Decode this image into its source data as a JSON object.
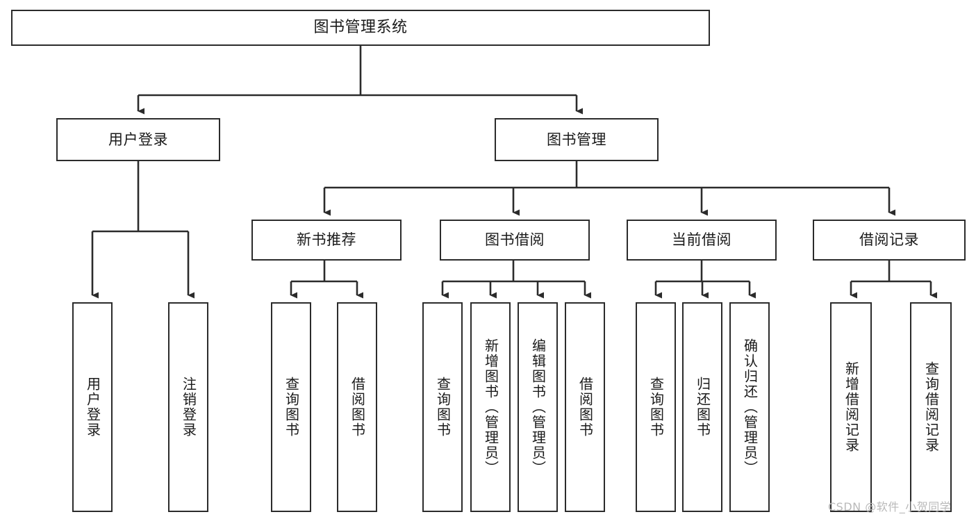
{
  "diagram": {
    "title": "图书管理系统",
    "type": "functional-structure-tree",
    "background_color": "#ffffff",
    "line_color": "#2b2b2b",
    "text_color": "#1a1a1a",
    "levels": {
      "root": [
        "图书管理系统"
      ],
      "level2": [
        "用户登录",
        "图书管理"
      ],
      "level3": [
        "新书推荐",
        "图书借阅",
        "当前借阅",
        "借阅记录"
      ],
      "leaves": [
        "用户登录",
        "注销登录",
        "查询图书",
        "借阅图书",
        "查询图书",
        "新增图书（管理员）",
        "编辑图书（管理员）",
        "借阅图书",
        "查询图书",
        "归还图书",
        "确认归还（管理员）",
        "新增借阅记录",
        "查询借阅记录"
      ]
    },
    "nodes": {
      "root": {
        "label": "图书管理系统"
      },
      "user_login": {
        "label": "用户登录"
      },
      "book_manage": {
        "label": "图书管理"
      },
      "new_book_rec": {
        "label": "新书推荐"
      },
      "book_borrow": {
        "label": "图书借阅"
      },
      "current_borrow": {
        "label": "当前借阅"
      },
      "borrow_record": {
        "label": "借阅记录"
      },
      "leaf_user_login": {
        "label": "用户登录"
      },
      "leaf_logout": {
        "label": "注销登录"
      },
      "leaf_query_book_a": {
        "label": "查询图书"
      },
      "leaf_borrow_book_a": {
        "label": "借阅图书"
      },
      "leaf_query_book_b": {
        "label": "查询图书"
      },
      "leaf_add_book": {
        "label": "新增图书（管理员）"
      },
      "leaf_edit_book": {
        "label": "编辑图书（管理员）"
      },
      "leaf_borrow_book_b": {
        "label": "借阅图书"
      },
      "leaf_query_book_c": {
        "label": "查询图书"
      },
      "leaf_return_book": {
        "label": "归还图书"
      },
      "leaf_confirm_return": {
        "label": "确认归还（管理员）"
      },
      "leaf_add_record": {
        "label": "新增借阅记录"
      },
      "leaf_query_record": {
        "label": "查询借阅记录"
      }
    }
  },
  "watermark": {
    "text": "CSDN @软件_小贺同学",
    "color": "#b9b9b9"
  }
}
